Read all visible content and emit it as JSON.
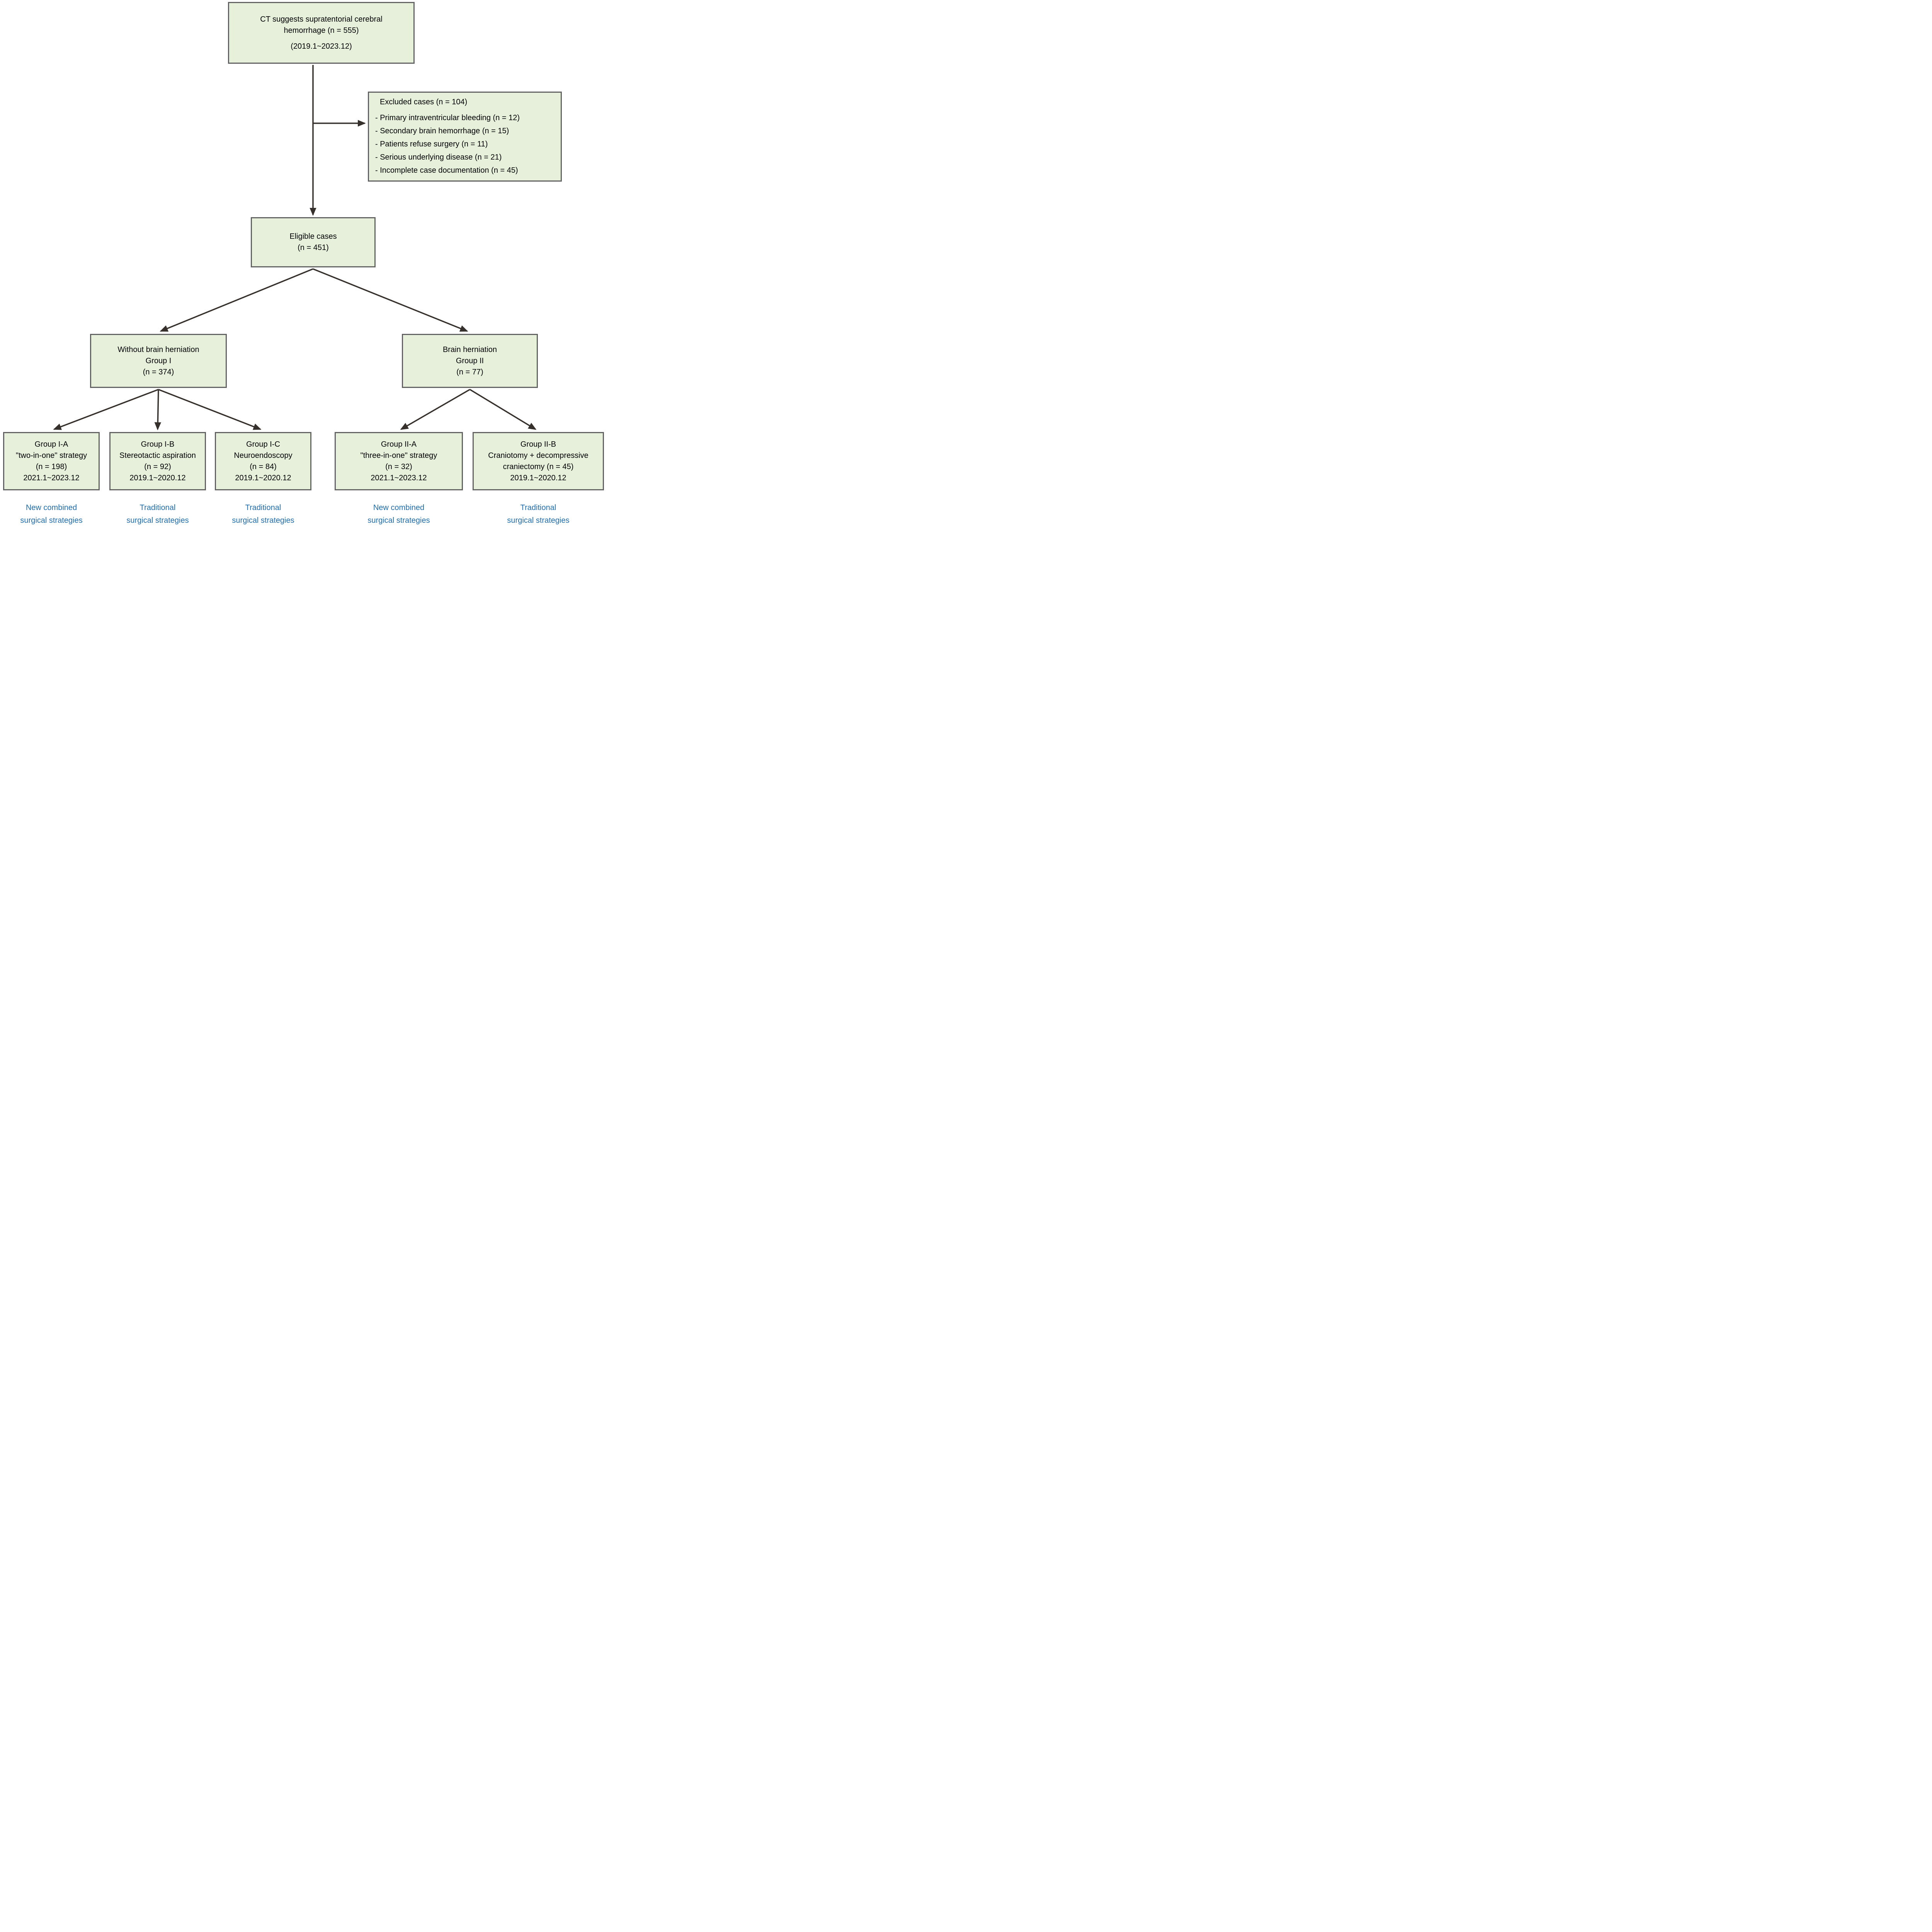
{
  "boxes": {
    "ct": {
      "line1": "CT suggests supratentorial cerebral",
      "line2": "hemorrhage (n = 555)",
      "line3": "(2019.1~2023.12)"
    },
    "excluded": {
      "title": "Excluded cases (n = 104)",
      "items": [
        "- Primary intraventricular bleeding (n = 12)",
        "- Secondary brain hemorrhage (n = 15)",
        "- Patients refuse surgery (n = 11)",
        "- Serious underlying disease (n = 21)",
        "- Incomplete case documentation (n = 45)"
      ]
    },
    "eligible": {
      "line1": "Eligible cases",
      "line2": "(n = 451)"
    },
    "group1": {
      "line1": "Without brain herniation",
      "line2": "Group I",
      "line3": "(n = 374)"
    },
    "group2": {
      "line1": "Brain herniation",
      "line2": "Group II",
      "line3": "(n = 77)"
    },
    "ia": {
      "line1": "Group I-A",
      "line2": "\"two-in-one\" strategy",
      "line3": "(n = 198)",
      "line4": "2021.1~2023.12"
    },
    "ib": {
      "line1": "Group I-B",
      "line2": "Stereotactic aspiration",
      "line3": "(n = 92)",
      "line4": "2019.1~2020.12"
    },
    "ic": {
      "line1": "Group I-C",
      "line2": "Neuroendoscopy",
      "line3": "(n = 84)",
      "line4": "2019.1~2020.12"
    },
    "iia": {
      "line1": "Group II-A",
      "line2": "\"three-in-one\" strategy",
      "line3": "(n = 32)",
      "line4": "2021.1~2023.12"
    },
    "iib": {
      "line1": "Group II-B",
      "line2": "Craniotomy + decompressive",
      "line3": "craniectomy (n = 45)",
      "line4": "2019.1~2020.12"
    }
  },
  "labels": [
    {
      "line1": "New combined",
      "line2": "surgical strategies"
    },
    {
      "line1": "Traditional",
      "line2": "surgical strategies"
    },
    {
      "line1": "Traditional",
      "line2": "surgical strategies"
    },
    {
      "line1": "New combined",
      "line2": "surgical strategies"
    },
    {
      "line1": "Traditional",
      "line2": "surgical strategies"
    }
  ],
  "colors": {
    "box_fill": "#e6f0da",
    "box_border": "#636363",
    "arrow": "#35302c",
    "label_text_blue": "#1f6dad",
    "box_text": "#000000"
  }
}
